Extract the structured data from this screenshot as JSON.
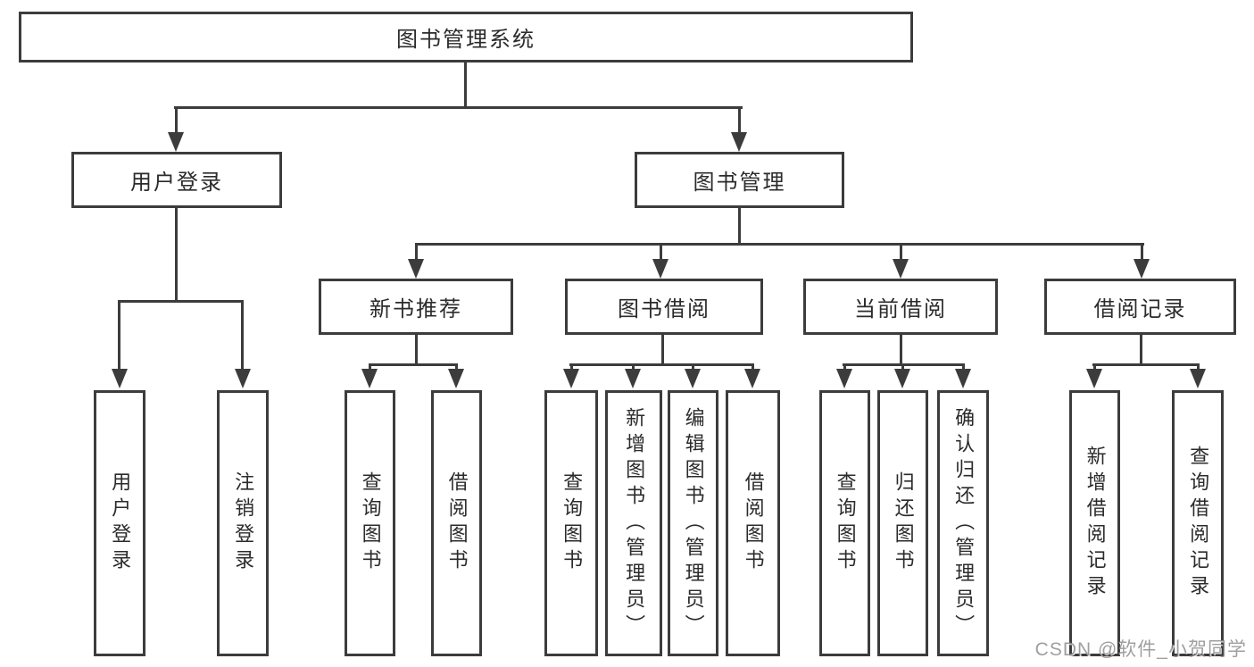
{
  "diagram_title": "图书管理系统",
  "tree": {
    "label": "图书管理系统",
    "children": [
      {
        "label": "用户登录",
        "children": [
          {
            "label": "用户登录"
          },
          {
            "label": "注销登录"
          }
        ]
      },
      {
        "label": "图书管理",
        "children": [
          {
            "label": "新书推荐",
            "children": [
              {
                "label": "查询图书"
              },
              {
                "label": "借阅图书"
              }
            ]
          },
          {
            "label": "图书借阅",
            "children": [
              {
                "label": "查询图书"
              },
              {
                "label": "新增图书（管理员）"
              },
              {
                "label": "编辑图书（管理员）"
              },
              {
                "label": "借阅图书"
              }
            ]
          },
          {
            "label": "当前借阅",
            "children": [
              {
                "label": "查询图书"
              },
              {
                "label": "归还图书"
              },
              {
                "label": "确认归还（管理员）"
              }
            ]
          },
          {
            "label": "借阅记录",
            "children": [
              {
                "label": "新增借阅记录"
              },
              {
                "label": "查询借阅记录"
              }
            ]
          }
        ]
      }
    ]
  },
  "watermark": "CSDN @软件_小贺同学",
  "colors": {
    "line": "#3c3c3c",
    "text": "#2b2b2b",
    "background": "#ffffff",
    "watermark": "#848484"
  }
}
